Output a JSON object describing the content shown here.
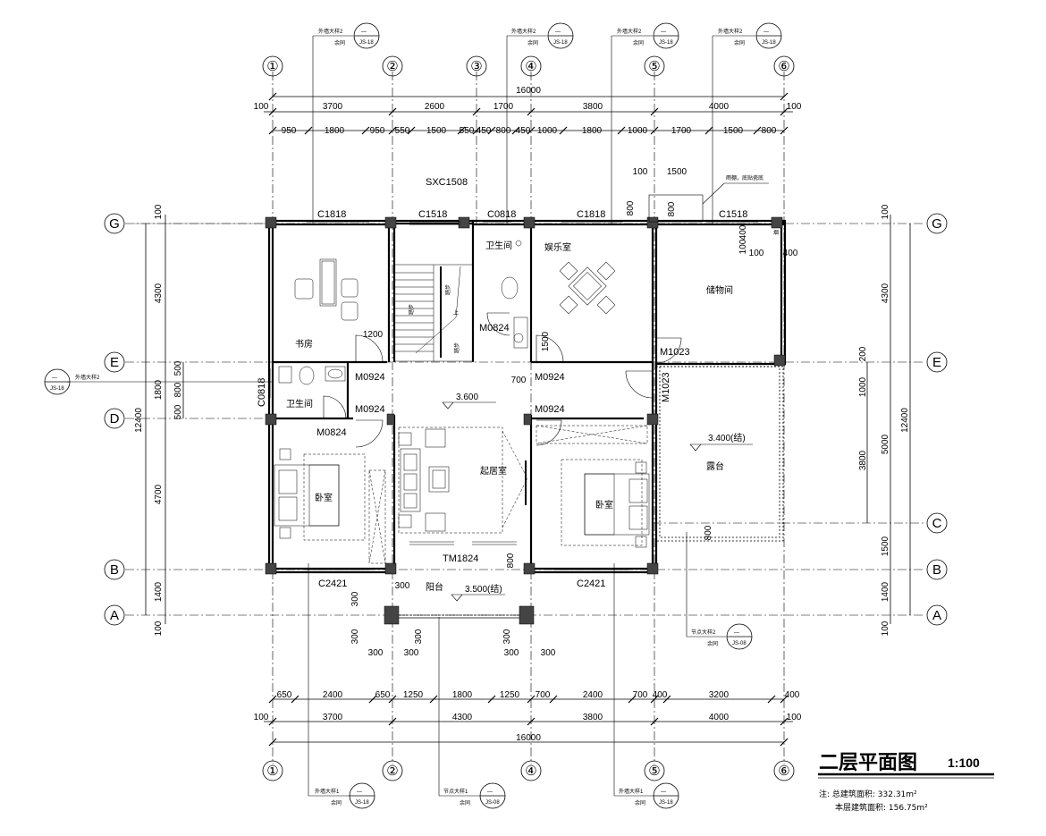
{
  "drawing": {
    "title": "二层平面图",
    "scale": "1:100",
    "note_line1": "注: 总建筑面积: 332.31m²",
    "note_line2": "本层建筑面积: 156.75m²"
  },
  "axes": {
    "top": [
      "①",
      "②",
      "③",
      "④",
      "⑤",
      "⑥"
    ],
    "bottom": [
      "①",
      "②",
      "④",
      "⑤",
      "⑥"
    ],
    "rows": [
      "G",
      "E",
      "D",
      "B",
      "A"
    ],
    "row_c": "C"
  },
  "dims": {
    "total": "16000",
    "top_main": [
      "100",
      "3700",
      "2600",
      "1700",
      "3800",
      "4000",
      "100"
    ],
    "top_sub": [
      "950",
      "1800",
      "950",
      "550",
      "1500",
      "550",
      "450",
      "800",
      "450",
      "1000",
      "1800",
      "1000",
      "1700",
      "1500",
      "800"
    ],
    "bottom_sub": [
      "650",
      "2400",
      "650",
      "1250",
      "1800",
      "1250",
      "700",
      "2400",
      "700",
      "400",
      "3200",
      "400"
    ],
    "bottom_main": [
      "100",
      "3700",
      "4300",
      "3800",
      "4000",
      "100"
    ],
    "left": [
      "100",
      "4300",
      "1800",
      "4700",
      "1400",
      "100",
      "12400",
      "500",
      "800",
      "500"
    ],
    "right": [
      "100",
      "4300",
      "200",
      "1000",
      "3800",
      "5000",
      "12400",
      "1500",
      "1400",
      "100"
    ],
    "misc": [
      "1200",
      "1500",
      "700",
      "800",
      "800",
      "800",
      "100",
      "1500",
      "800",
      "100",
      "400",
      "100",
      "400",
      "300",
      "300",
      "300",
      "300",
      "300",
      "300",
      "300",
      "300",
      "300"
    ]
  },
  "rooms": {
    "study": "书房",
    "bath1": "卫生间",
    "bath2": "卫生间",
    "entertainment": "娱乐室",
    "storage": "储物间",
    "living": "起居室",
    "bedroom1": "卧室",
    "bedroom2": "卧室",
    "terrace": "露台",
    "balcony": "阳台"
  },
  "openings": {
    "c1818a": "C1818",
    "c1518a": "C1518",
    "c0818a": "C0818",
    "c1818b": "C1818",
    "c1518b": "C1518",
    "c0818b": "C0818",
    "sxc": "SXC1508",
    "m0824a": "M0824",
    "m0824b": "M0824",
    "m0924a": "M0924",
    "m0924b": "M0924",
    "m0924c": "M0924",
    "m0924d": "M0924",
    "m1023a": "M1023",
    "m1023b": "M1023",
    "tm1824": "TM1824",
    "c2421a": "C2421",
    "c2421b": "C2421"
  },
  "levels": {
    "living": "3.600",
    "terrace": "3.400(结)",
    "balcony": "3.500(结)"
  },
  "callouts": {
    "wall2": "外墙大样2",
    "wall1": "外墙大样1",
    "node2": "节点大样2",
    "node1": "节点大样1",
    "same": "余同",
    "canopy": "雨棚，底贴瓷底",
    "dash": "—",
    "ref1": "JS-18",
    "ref2": "JS-08"
  },
  "misc_text": {
    "stair_up": "上",
    "stair_note": "踏步",
    "flue": "烟"
  }
}
